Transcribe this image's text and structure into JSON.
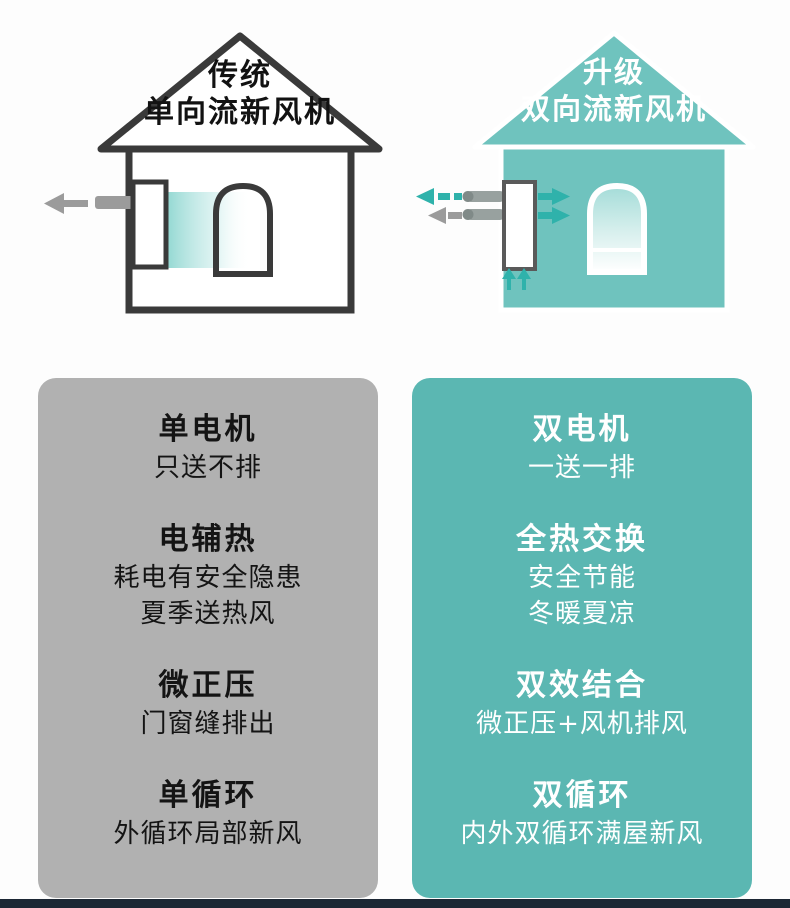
{
  "colors": {
    "background": "#fdfdfd",
    "teal_accent": "#5bb7b2",
    "teal_house": "#6fc3be",
    "teal_arrow": "#2fb2ab",
    "gray_panel": "#b1b1b1",
    "dark_outline": "#3a3a3a",
    "gray_pipe": "#9b9b9b",
    "footer_bar": "#1c2734"
  },
  "icons": {
    "exhaust_arrow": "left-arrow",
    "supply_arrow": "right-arrow",
    "intake_arrow": "left-arrow",
    "circulation_arrows": "double-up-arrow"
  },
  "houses": {
    "left": {
      "title_line1": "传统",
      "title_line2": "单向流新风机"
    },
    "right": {
      "title_line1": "升级",
      "title_line2": "双向流新风机"
    }
  },
  "panels": {
    "left": {
      "items": [
        {
          "title": "单电机",
          "lines": [
            "只送不排"
          ]
        },
        {
          "title": "电辅热",
          "lines": [
            "耗电有安全隐患",
            "夏季送热风"
          ]
        },
        {
          "title": "微正压",
          "lines": [
            "门窗缝排出"
          ]
        },
        {
          "title": "单循环",
          "lines": [
            "外循环局部新风"
          ]
        }
      ]
    },
    "right": {
      "items": [
        {
          "title": "双电机",
          "lines": [
            "一送一排"
          ]
        },
        {
          "title": "全热交换",
          "lines": [
            "安全节能",
            "冬暖夏凉"
          ]
        },
        {
          "title": "双效结合",
          "lines": [
            "微正压+风机排风"
          ]
        },
        {
          "title": "双循环",
          "lines": [
            "内外双循环满屋新风"
          ]
        }
      ]
    }
  }
}
